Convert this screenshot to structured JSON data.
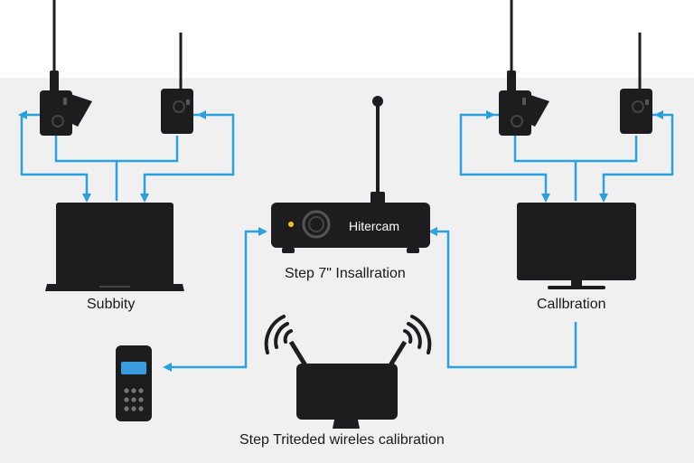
{
  "labels": {
    "left_device": "Subbity",
    "right_device": "Callbration",
    "hub_caption": "Step 7\" Insallration",
    "bottom_caption": "Step Triteded wireles calibration"
  },
  "hub": {
    "brand": "Hitercam"
  },
  "colors": {
    "background_top": "#ffffff",
    "background_main": "#f0f0f0",
    "device": "#1d1d1f",
    "connector": "#2aa1df",
    "remote_screen": "#3b9de0",
    "hub_indicator": "#f0c419"
  },
  "icons": [
    "transmitter-icon",
    "laptop-icon",
    "monitor-icon",
    "router-icon",
    "remote-control-icon",
    "wireless-receiver-icon",
    "signal-waves-icon"
  ]
}
